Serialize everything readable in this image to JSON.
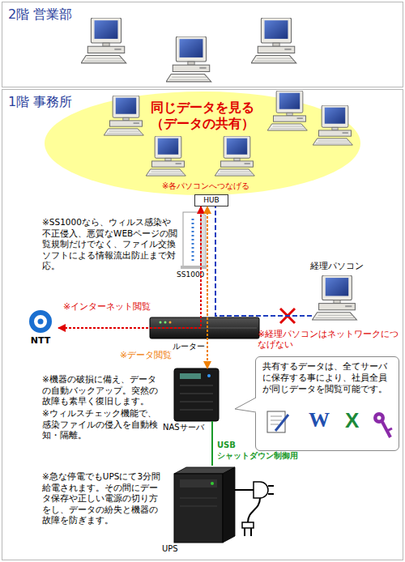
{
  "diagram": {
    "nodes": [
      {
        "text": [
          "2階 営業部"
        ]
      },
      {
        "text": [
          "1階 事務所"
        ]
      },
      {
        "text": [
          "同じデータを見る （データの共有）"
        ],
        "in": 1
      },
      {
        "text": [
          "HUB"
        ],
        "in": 1
      },
      {
        "text": [
          "SS1000"
        ],
        "in": 1
      },
      {
        "text": [
          "経理パソコン"
        ],
        "in": 1
      },
      {
        "text": [
          "NTT"
        ],
        "in": 1
      },
      {
        "text": [
          "ルーター"
        ],
        "in": 1
      },
      {
        "text": [
          "NASサーバ"
        ],
        "in": 1
      },
      {
        "text": [
          "共有するデータは、全てサーバに保存する事により、社員全員が同じデータを閲覧可能です。"
        ],
        "in": 1
      },
      {
        "text": [
          "UPS"
        ],
        "in": 1
      }
    ],
    "edges": [
      {
        "from": 3,
        "to": 6,
        "arrow": "both",
        "label": "※インターネット閲覧"
      },
      {
        "from": 8,
        "to": 3,
        "arrow": "both",
        "label": "※データ閲覧"
      },
      {
        "from": 5,
        "to": 3,
        "arrow": "none"
      },
      {
        "from": 10,
        "to": 8,
        "arrow": "none",
        "label": "USB シャットダウン制御用"
      }
    ],
    "labels": [
      "※各パソコンへつなげる",
      "※SS1000なら、ウィルス感染や不正侵入、悪質なWEBページの閲覧規制だけでなく、ファイル交換ソフトによる情報流出防止まで対応。",
      "※機器の破損に備え、データの自動バックアップ。突然の故障も素早く復旧します。",
      "※ウィルスチェック機能で、感染ファイルの侵入を自動検知・隔離。",
      "※経理パソコンはネットワークにつなげない",
      "※急な停電でもUPSにて3分間給電されます。その間にデータ保存や正しい電源の切り方をし、データの紛失と機器の故障を防ぎます。",
      "W",
      "X"
    ]
  }
}
